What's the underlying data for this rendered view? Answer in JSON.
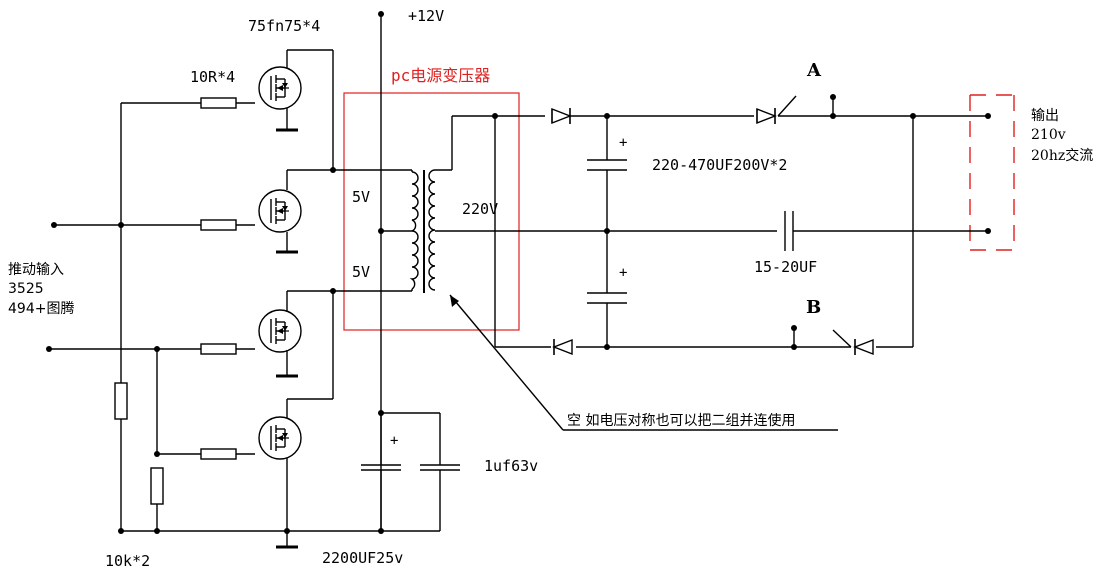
{
  "labels": {
    "mosfet_part": "75fn75*4",
    "gate_resistor": "10R*4",
    "supply": "+12V",
    "transformer_title": "pc电源变压器",
    "winding_top": "5V",
    "winding_bottom": "5V",
    "secondary": "220V",
    "input_line1": "推动输入",
    "input_line2": "3525",
    "input_line3": "494+图腾",
    "pulldown_resistor": "10k*2",
    "bulk_cap": "2200UF25v",
    "film_cap_small": "1uf63v",
    "doubler_caps": "220-470UF200V*2",
    "coupling_cap": "15-20UF",
    "point_a": "A",
    "point_b": "B",
    "output_line1": "输出",
    "output_line2": "210v",
    "output_line3": "20hz交流",
    "note": "空 如电压对称也可以把二组并连使用"
  },
  "colors": {
    "wire": "#000000",
    "transformer_box": "#e02020",
    "output_box": "#e02020",
    "transformer_title": "#e02020"
  }
}
